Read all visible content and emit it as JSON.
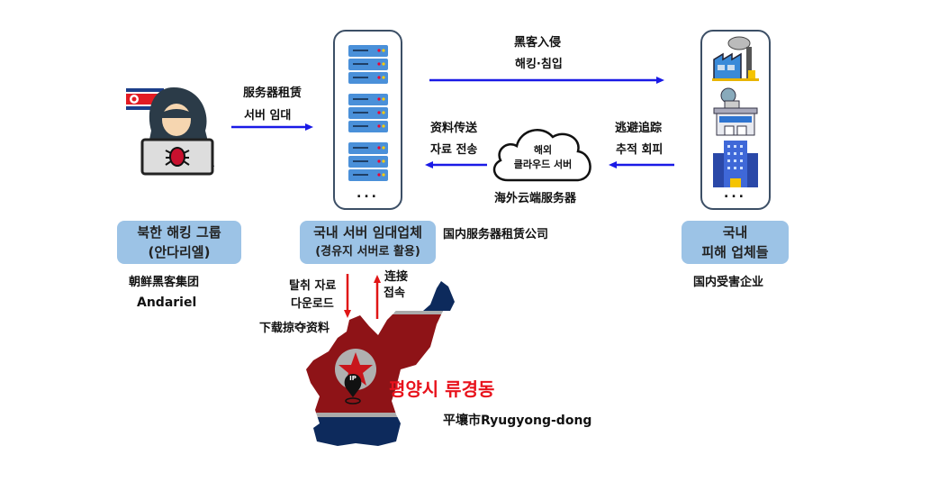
{
  "hacker_group": {
    "label_line1": "북한 해킹 그룹",
    "label_line2": "(안다리엘)",
    "cn": "朝鲜黑客集团",
    "en": "Andariel"
  },
  "server_rent": {
    "cn": "服务器租赁",
    "ko": "서버 임대"
  },
  "domestic_server": {
    "label_line1": "국내 서버 임대업체",
    "label_line2": "(경유지 서버로 활용)",
    "cn": "国内服务器租赁公司",
    "dots": "..."
  },
  "hacking": {
    "cn": "黑客入侵",
    "ko": "해킹·침입"
  },
  "data_transfer": {
    "cn": "资料传送",
    "ko": "자료 전송"
  },
  "cloud": {
    "line1": "해외",
    "line2": "클라우드 서버",
    "cn": "海外云端服务器"
  },
  "evade": {
    "cn": "逃避追踪",
    "ko": "추적 회피"
  },
  "victims": {
    "label_line1": "국내",
    "label_line2": "피해 업체들",
    "cn": "国内受害企业",
    "dots": "..."
  },
  "download": {
    "ko_line1": "탈취 자료",
    "ko_line2": "다운로드",
    "cn": "下载掠夺资料"
  },
  "connect": {
    "cn": "连接",
    "ko": "접속"
  },
  "location": {
    "ko": "평양시 류경동",
    "cn_en": "平壤市Ryugyong-dong",
    "pin_label": "IP"
  },
  "colors": {
    "arrow_blue": "#1a1ae6",
    "arrow_red": "#e01515",
    "label_bg": "#9cc3e6",
    "map_red": "#8e1317",
    "map_blue": "#0d2a5c",
    "location_red": "#e8121c"
  }
}
